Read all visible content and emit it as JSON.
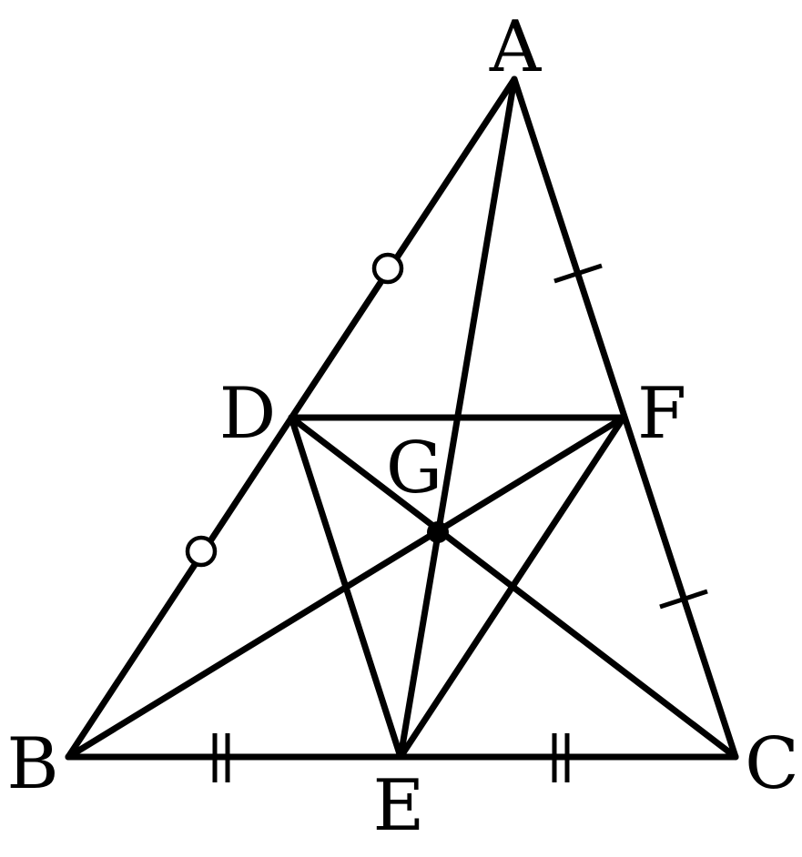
{
  "figure": {
    "vertices": {
      "A": "A",
      "B": "B",
      "C": "C",
      "D": "D",
      "E": "E",
      "F": "F",
      "G": "G"
    },
    "segments": [
      [
        "A",
        "B"
      ],
      [
        "A",
        "C"
      ],
      [
        "B",
        "C"
      ],
      [
        "D",
        "F"
      ],
      [
        "D",
        "E"
      ],
      [
        "E",
        "F"
      ],
      [
        "A",
        "E"
      ],
      [
        "B",
        "F"
      ],
      [
        "C",
        "D"
      ]
    ],
    "equal_marks": {
      "AD_DB": "single-circle",
      "AF_FC": "single-tick",
      "BE_EC": "double-tick"
    },
    "line_color": "#000000",
    "background_color": "#ffffff"
  }
}
